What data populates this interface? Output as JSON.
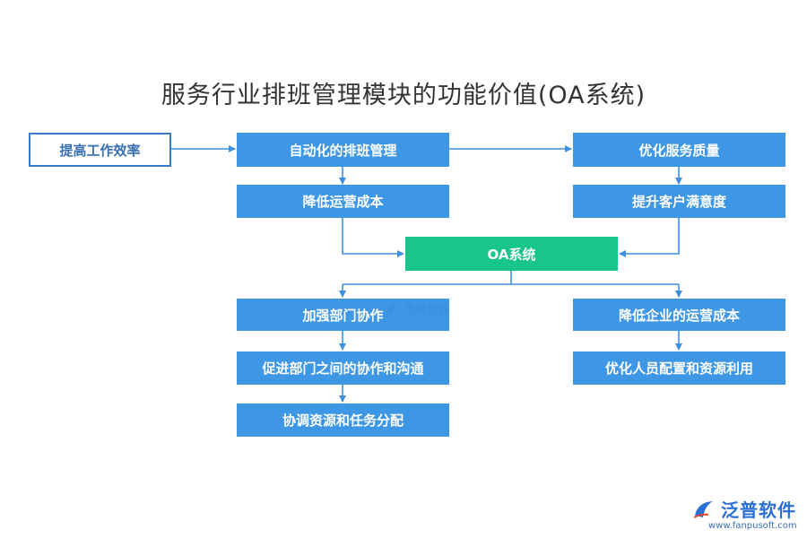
{
  "title": "服务行业排班管理模块的功能价值(OA系统)",
  "nodes": {
    "efficiency": "提高工作效率",
    "auto_schedule": "自动化的排班管理",
    "reduce_cost": "降低运营成本",
    "optimize_service": "优化服务质量",
    "satisfaction": "提升客户满意度",
    "oa": "OA系统",
    "collab": "加强部门协作",
    "communicate": "促进部门之间的协作和沟通",
    "coordinate": "协调资源和任务分配",
    "enterprise_cost": "降低企业的运营成本",
    "optimize_staff": "优化人员配置和资源利用"
  },
  "watermark": {
    "text": "泛普软件"
  },
  "logo": {
    "text": "泛普软件",
    "url": "www.fanpusoft.com"
  },
  "colors": {
    "box_blue": "#3d97e5",
    "box_green": "#18c58a",
    "outline": "#3a7bc8",
    "connector": "#3d8fe0"
  }
}
